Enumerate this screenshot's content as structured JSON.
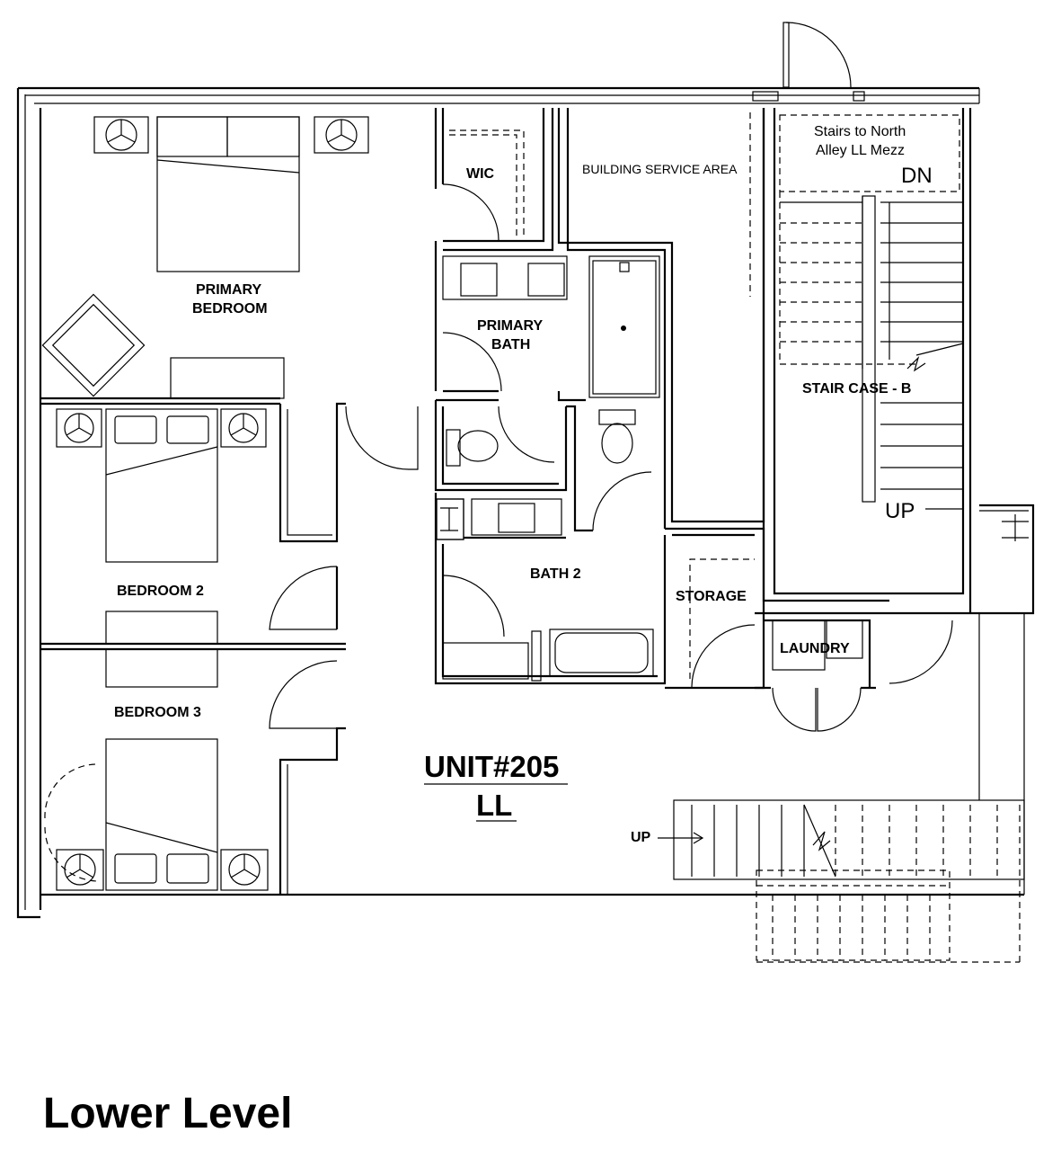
{
  "plan": {
    "unit": "UNIT#205",
    "level_code": "LL",
    "title": "Lower Level"
  },
  "rooms": {
    "wic": "WIC",
    "building_service": "BUILDING SERVICE AREA",
    "stairs_north_line1": "Stairs to North",
    "stairs_north_line2": "Alley LL Mezz",
    "dn": "DN",
    "primary_bedroom_line1": "PRIMARY",
    "primary_bedroom_line2": "BEDROOM",
    "primary_bath_line1": "PRIMARY",
    "primary_bath_line2": "BATH",
    "stair_case": "STAIR CASE - B",
    "up_stair": "UP",
    "bedroom2": "BEDROOM 2",
    "bath2": "BATH 2",
    "storage": "STORAGE",
    "laundry": "LAUNDRY",
    "bedroom3": "BEDROOM 3",
    "up_lower": "UP"
  }
}
